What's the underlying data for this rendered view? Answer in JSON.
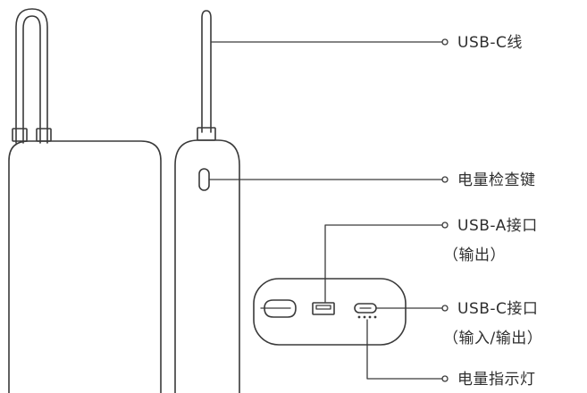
{
  "callouts": {
    "cable": "USB-C线",
    "check_button": "电量检查键",
    "usb_a_port": "USB-A接口",
    "usb_a_note": "（输出）",
    "usb_c_port": "USB-C接口",
    "usb_c_note": "（输入/输出）",
    "indicator": "电量指示灯"
  },
  "colors": {
    "line": "#3a3a3a",
    "text": "#2f2f2f",
    "background": "#ffffff"
  }
}
